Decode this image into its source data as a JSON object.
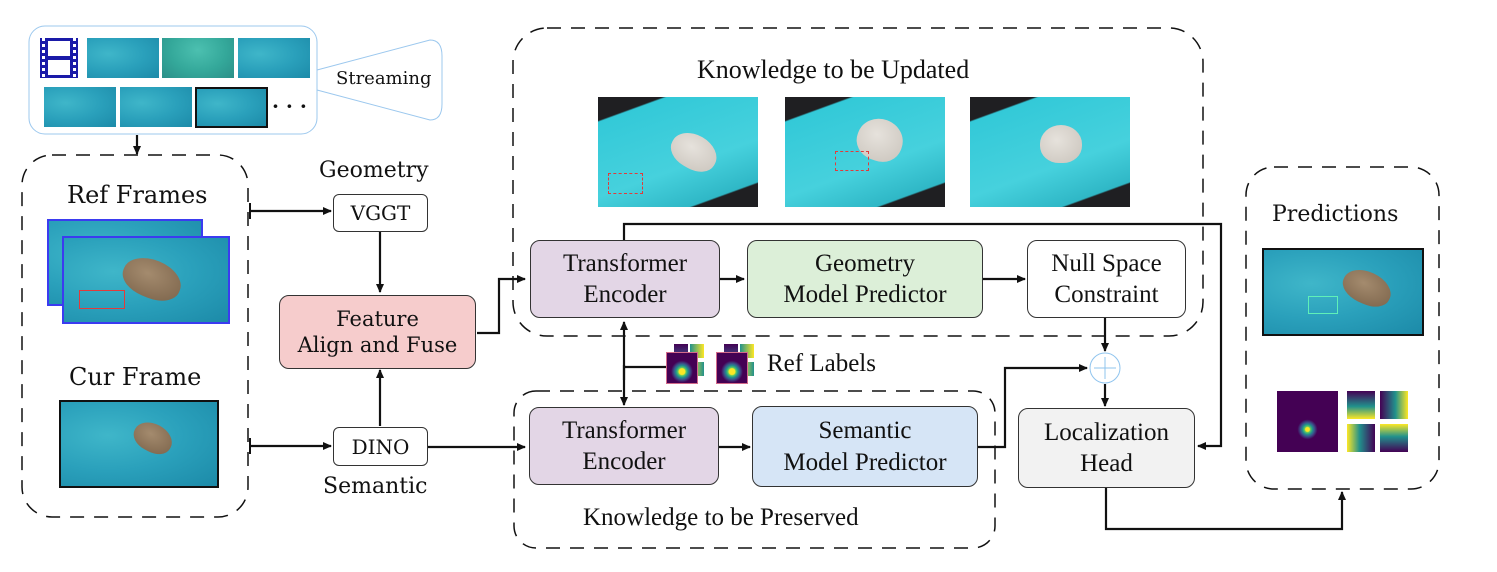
{
  "streaming": {
    "label": "Streaming",
    "icon": "film-strip-icon",
    "ellipsis": "· · ·",
    "thumbnail_count": 6
  },
  "inputs": {
    "ref_frames_label": "Ref Frames",
    "cur_frame_label": "Cur Frame"
  },
  "backbones": {
    "geometry_label": "Geometry",
    "vggt_label": "VGGT",
    "dino_label": "DINO",
    "semantic_label": "Semantic"
  },
  "fuse": {
    "line1": "Feature",
    "line2": "Align and Fuse",
    "color": "#f6cccc"
  },
  "update_group": {
    "title": "Knowledge to be Updated",
    "encoder_line1": "Transformer",
    "encoder_line2": "Encoder",
    "predictor_line1": "Geometry",
    "predictor_line2": "Model Predictor",
    "null_line1": "Null Space",
    "null_line2": "Constraint",
    "encoder_color": "#e3d6e6",
    "predictor_color": "#dcefd8"
  },
  "ref_labels": {
    "label": "Ref Labels"
  },
  "preserve_group": {
    "title": "Knowledge to be Preserved",
    "encoder_line1": "Transformer",
    "encoder_line2": "Encoder",
    "predictor_line1": "Semantic",
    "predictor_line2": "Model Predictor",
    "encoder_color": "#e3d6e6",
    "predictor_color": "#d6e5f6"
  },
  "localization": {
    "line1": "Localization",
    "line2": "Head",
    "color": "#f2f2f2"
  },
  "predictions": {
    "title": "Predictions"
  },
  "colors": {
    "frame_border_ref": "#3b3bf0",
    "bbox_gt": "#e23b3b",
    "bbox_pred": "#5ff0b8",
    "plus_node": "#8fc4ee"
  }
}
